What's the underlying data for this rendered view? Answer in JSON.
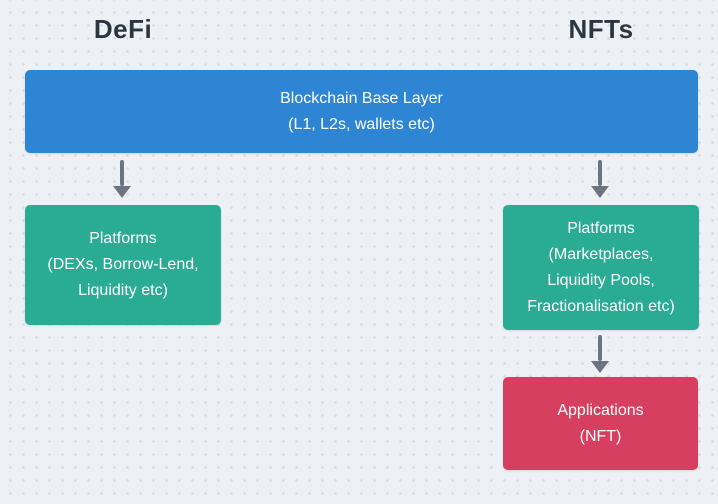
{
  "headings": {
    "left": "DeFi",
    "right": "NFTs"
  },
  "boxes": {
    "base_layer": "Blockchain Base Layer\n(L1, L2s, wallets etc)",
    "defi_platforms": "Platforms\n(DEXs, Borrow-Lend,\nLiquidity etc)",
    "nft_platforms": "Platforms\n(Marketplaces,\nLiquidity Pools,\nFractionalisation etc)",
    "nft_applications": "Applications\n(NFT)"
  },
  "colors": {
    "background": "#edf0f4",
    "dot": "#d7dbe2",
    "blue": "#2e85d4",
    "teal": "#2aab94",
    "red": "#d63f5f",
    "arrow": "#6b7480",
    "heading-text": "#2b3642",
    "box-text": "#ffffff"
  }
}
